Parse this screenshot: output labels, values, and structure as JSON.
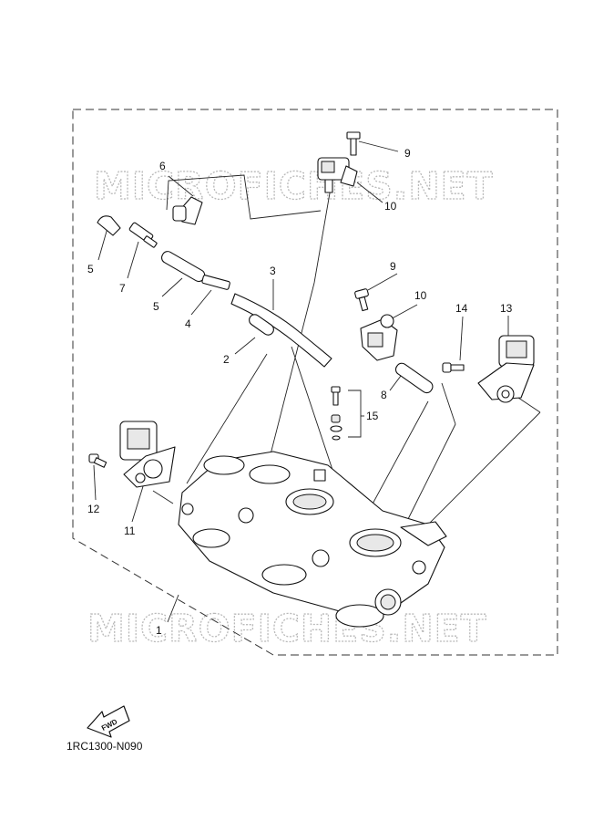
{
  "callouts": [
    "1",
    "2",
    "3",
    "4",
    "5",
    "5",
    "6",
    "7",
    "8",
    "9",
    "9",
    "10",
    "10",
    "11",
    "12",
    "13",
    "14",
    "15"
  ],
  "watermark": "MICROFICHES.NET",
  "fwd_label": "FWD",
  "diagram_code": "1RC1300-N090"
}
